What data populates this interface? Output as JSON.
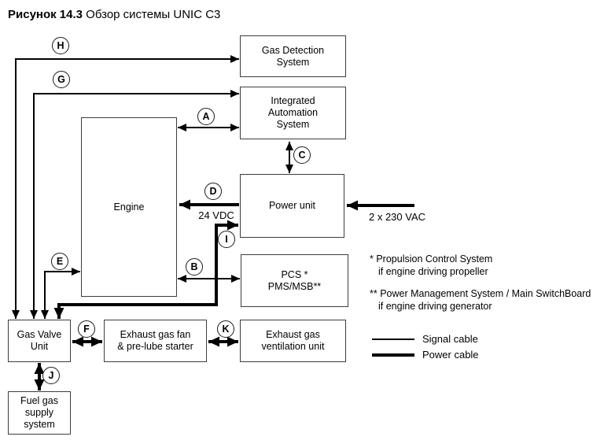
{
  "title": {
    "prefix": "Рисунок 14.3",
    "rest": " Обзор системы UNIC C3"
  },
  "boxes": {
    "gas_detection": {
      "label": "Gas Detection\nSystem"
    },
    "ias": {
      "label": "Integrated\nAutomation\nSystem"
    },
    "power_unit": {
      "label": "Power unit"
    },
    "pcs": {
      "label": "PCS *\nPMS/MSB**"
    },
    "engine": {
      "label": "Engine"
    },
    "gvu": {
      "label": "Gas Valve\nUnit"
    },
    "exhaust_fan": {
      "label": "Exhaust gas fan\n& pre-lube starter"
    },
    "exhaust_vent": {
      "label": "Exhaust gas\nventilation unit"
    },
    "fuel_gas": {
      "label": "Fuel gas\nsupply\nsystem"
    }
  },
  "connectors": {
    "a": "A",
    "b": "B",
    "c": "C",
    "d": "D",
    "e": "E",
    "f": "F",
    "g": "G",
    "h": "H",
    "i": "I",
    "j": "J",
    "k": "K"
  },
  "wire_labels": {
    "dc": "24 VDC",
    "ac": "2 x 230 VAC"
  },
  "notes": {
    "n1_line1": "* Propulsion Control System",
    "n1_line2": "if engine driving propeller",
    "n2_line1": "** Power Management System / Main SwitchBoard",
    "n2_line2": "if engine driving generator"
  },
  "legend": {
    "signal": "Signal cable",
    "power": "Power cable"
  },
  "colors": {
    "line": "#000000",
    "box_border": "#3d3d3d",
    "background": "#ffffff"
  }
}
